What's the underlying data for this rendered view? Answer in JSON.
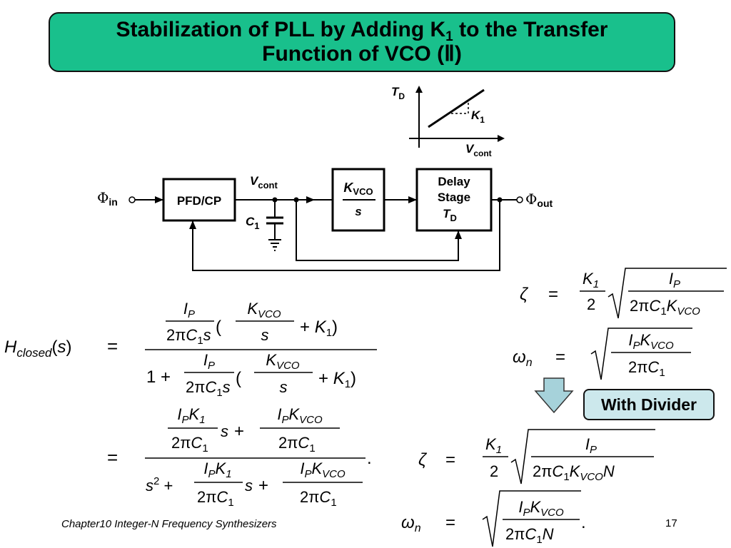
{
  "title": {
    "line1_pre": "Stabilization of PLL by Adding K",
    "line1_sub": "1",
    "line1_post": " to the Transfer",
    "line2": "Function of VCO (Ⅱ)"
  },
  "graph": {
    "y_label": "T",
    "y_label_sub": "D",
    "x_label": "V",
    "x_label_sub": "cont",
    "slope_label": "K",
    "slope_label_sub": "1"
  },
  "block_diagram": {
    "input_symbol": "Φ",
    "input_sub": "in",
    "output_symbol": "Φ",
    "output_sub": "out",
    "pfd_label": "PFD/CP",
    "node_label": "V",
    "node_label_sub": "cont",
    "cap_label": "C",
    "cap_label_sub": "1",
    "vco_num": "K",
    "vco_num_sub": "VCO",
    "vco_den": "s",
    "delay_line1": "Delay",
    "delay_line2": "Stage",
    "delay_line3": "T",
    "delay_line3_sub": "D"
  },
  "badge": {
    "label": "With Divider"
  },
  "footer": {
    "chapter": "Chapter10 Integer-N Frequency Synthesizers",
    "page": "17"
  }
}
